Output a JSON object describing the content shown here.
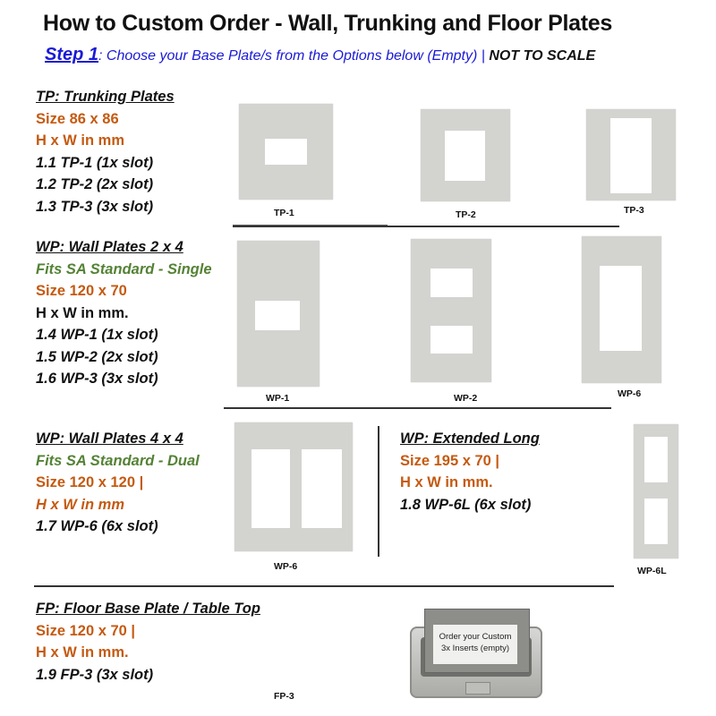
{
  "header": {
    "title": "How to Custom Order - Wall, Trunking and Floor Plates",
    "step_label": "Step 1",
    "step_text": ": Choose your Base Plate/s from the Options below (Empty) | ",
    "not_to_scale": "NOT TO SCALE"
  },
  "colors": {
    "accent_blue": "#1a1ad6",
    "orange": "#c55a11",
    "green": "#548235",
    "plate_grey": "#d3d3d0"
  },
  "sections": {
    "tp": {
      "heading": "TP: Trunking Plates",
      "size": "Size 86 x 86",
      "dims": "H x W in mm",
      "items": [
        "1.1 TP-1  (1x slot)",
        "1.2 TP-2 (2x slot)",
        "1.3 TP-3 (3x slot)"
      ],
      "captions": [
        "TP-1",
        "TP-2",
        "TP-3"
      ]
    },
    "wp24": {
      "heading": "WP: Wall Plates 2 x 4",
      "fits": "Fits SA Standard - Single",
      "size": "Size 120 x 70",
      "dims": "H x W in mm.",
      "items": [
        "1.4 WP-1  (1x slot)",
        "1.5 WP-2 (2x slot)",
        "1.6 WP-3 (3x slot)"
      ],
      "captions": [
        "WP-1",
        "WP-2",
        "WP-6"
      ]
    },
    "wp44": {
      "heading": "WP: Wall Plates 4 x 4",
      "fits": "Fits SA Standard - Dual",
      "size": "Size 120 x 120 |",
      "dims": "H x W in mm",
      "items": [
        "1.7 WP-6 (6x slot)"
      ],
      "captions": [
        "WP-6"
      ]
    },
    "wpl": {
      "heading": "WP: Extended Long",
      "size": "Size 195 x 70 |",
      "dims": "H x W in mm.",
      "items": [
        "1.8 WP-6L (6x slot)"
      ],
      "captions": [
        "WP-6L"
      ]
    },
    "fp": {
      "heading": "FP: Floor Base Plate / Table Top",
      "size": "Size 120 x 70 |",
      "dims": "H x W in mm.",
      "items": [
        "1.9 FP-3 (3x slot)"
      ],
      "captions": [
        "FP-3"
      ],
      "image_label_line1": "Order your Custom",
      "image_label_line2": "3x Inserts (empty)"
    }
  }
}
